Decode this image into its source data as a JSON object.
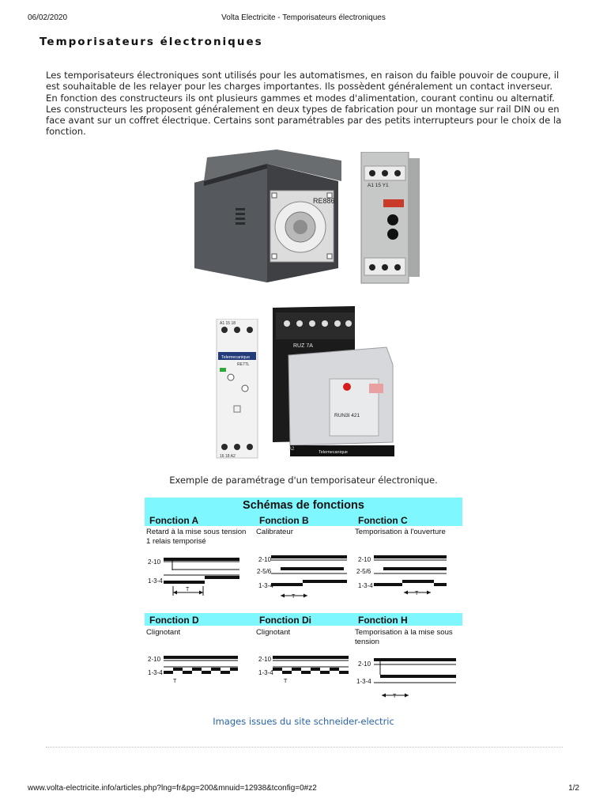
{
  "header": {
    "date": "06/02/2020",
    "title": "Volta Electricite - Temporisateurs électroniques"
  },
  "article": {
    "title": "Temporisateurs électroniques",
    "intro": "Les temporisateurs électroniques sont utilisés pour les automatismes, en raison du faible pouvoir de coupure, il est souhaitable de les relayer pour les charges importantes. Ils possèdent généralement un contact inverseur. En fonction des constructeurs ils ont plusieurs gammes et modes d'alimentation, courant continu ou alternatif. Les constructeurs les proposent généralement en deux types de fabrication pour un montage sur rail DIN ou en face avant sur un coffret électrique. Certains sont paramétrables par des petits interrupteurs pour le choix de la fonction.",
    "caption": "Exemple de paramétrage d'un temporisateur électronique.",
    "credit": "Images issues du site schneider-electric"
  },
  "images": {
    "re886": {
      "label": "RE886"
    },
    "din": {
      "label": "A1 15 Y1"
    },
    "re7": {
      "brand": "Telemecanique",
      "model": "RE7TL",
      "top": "A1 15 18",
      "bottom": "16 18 A2"
    },
    "ruz": {
      "label": "RUZ 7A",
      "relay": "RUN3I 421",
      "brand": "Telemecanique",
      "socket": "A2"
    }
  },
  "schema": {
    "title": "Schémas de fonctions",
    "functions": [
      {
        "label": "Fonction A",
        "desc": [
          "Retard à la mise sous tension",
          "1 relais temporisé"
        ]
      },
      {
        "label": "Fonction B",
        "desc": [
          "Calibrateur"
        ]
      },
      {
        "label": "Fonction C",
        "desc": [
          "Temporisation à l'ouverture"
        ]
      },
      {
        "label": "Fonction D",
        "desc": [
          "Clignotant"
        ]
      },
      {
        "label": "Fonction Di",
        "desc": [
          "Clignotant"
        ]
      },
      {
        "label": "Fonction H",
        "desc": [
          "Temporisation à la mise sous",
          "tension"
        ]
      }
    ],
    "labels": {
      "l210": "2-10",
      "l256": "2-5/6",
      "l134": "1-3-4",
      "t": "T"
    }
  },
  "footer": {
    "url": "www.volta-electricite.info/articles.php?lng=fr&pg=200&mnuid=12938&tconfig=0#z2",
    "page": "1/2"
  }
}
